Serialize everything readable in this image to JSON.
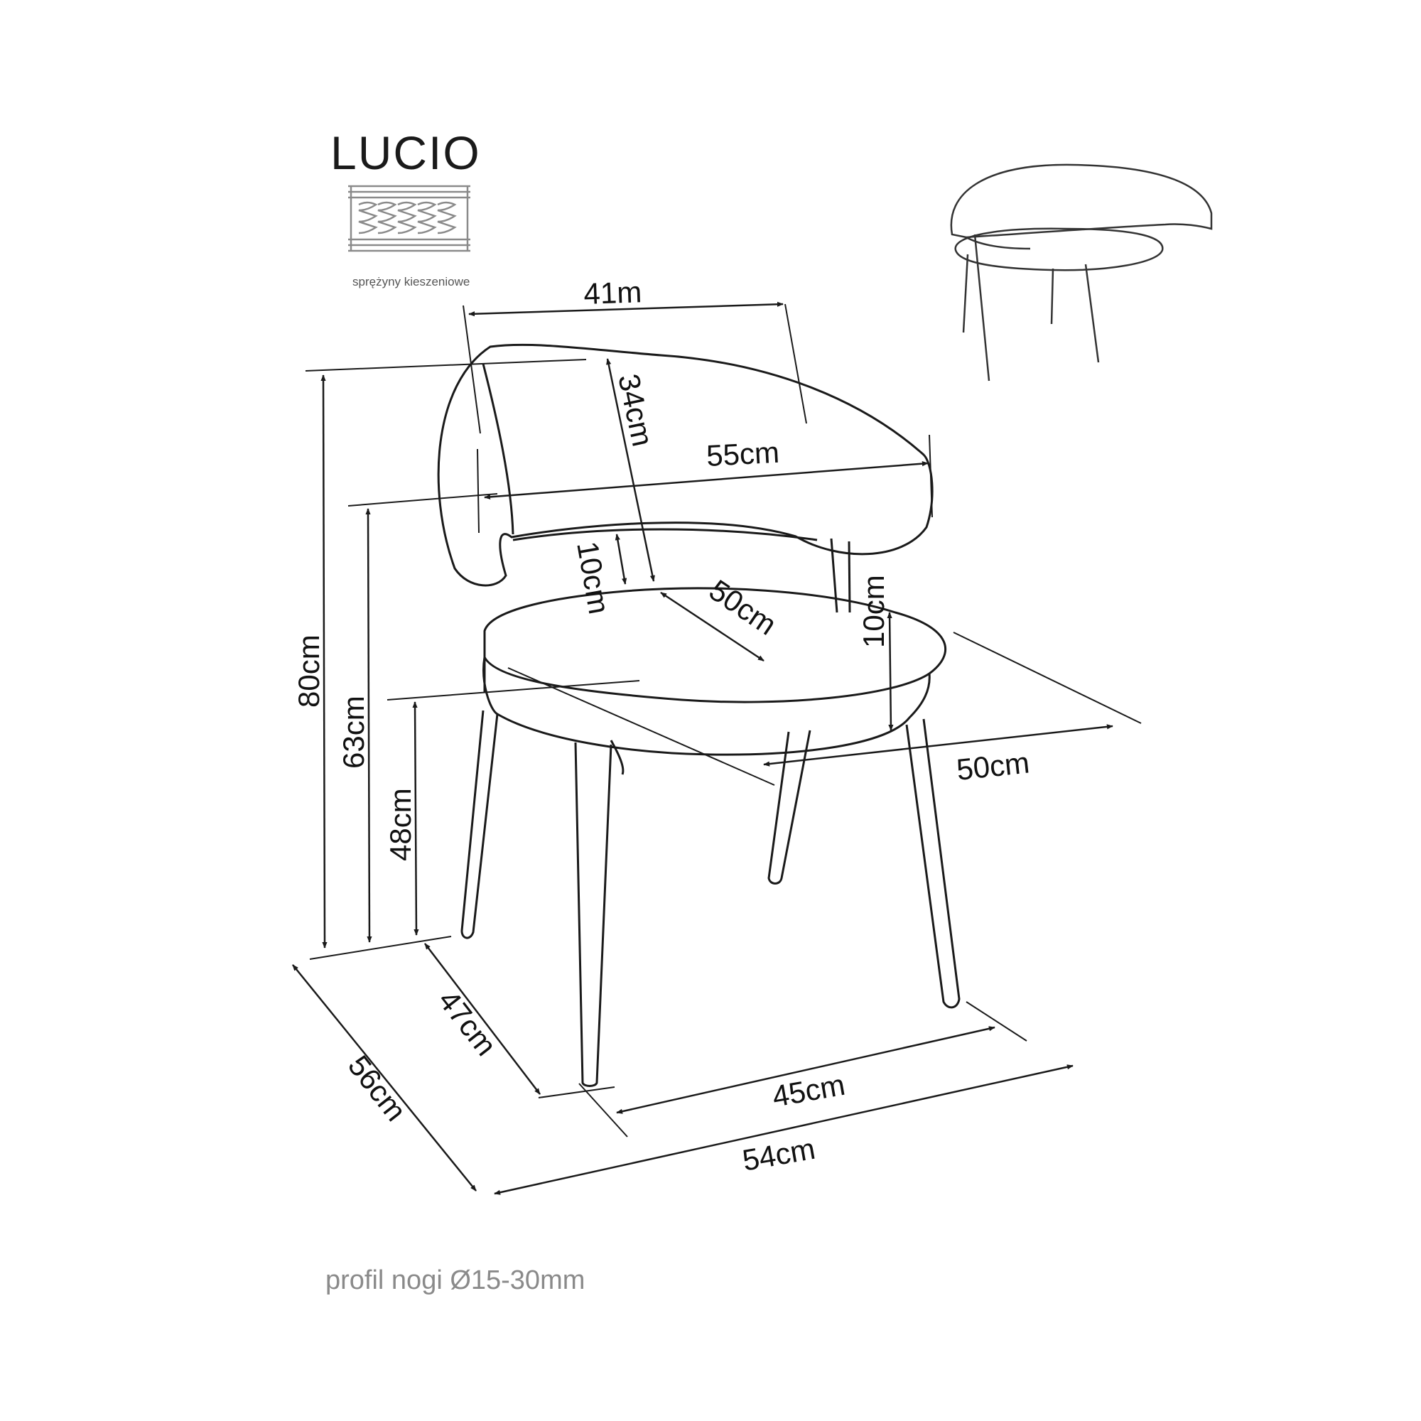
{
  "title": "LUCIO",
  "spring_caption": "sprężyny kieszeniowe",
  "footer": "profil nogi Ø15-30mm",
  "icons": [
    "pocket-springs-icon",
    "chair-thumbnail-icon"
  ],
  "dimensions": {
    "backrest_width_top": "41m",
    "backrest_height": "34cm",
    "overall_width_arms": "55cm",
    "gap_height": "10cm",
    "seat_depth": "50cm",
    "seat_thickness": "10cm",
    "seat_width": "50cm",
    "overall_height": "80cm",
    "armrest_height": "63cm",
    "seat_height": "48cm",
    "leg_depth": "47cm",
    "overall_depth": "56cm",
    "leg_width": "45cm",
    "overall_width": "54cm"
  }
}
